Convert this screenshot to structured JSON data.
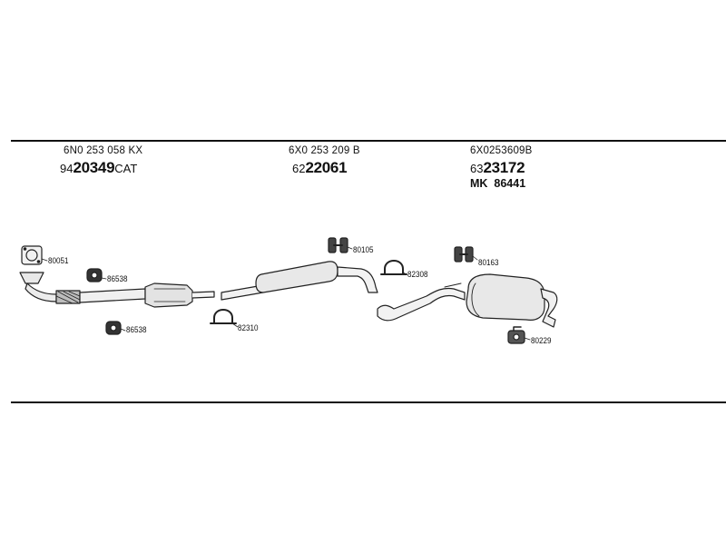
{
  "groups": [
    {
      "oem": "6N0 253 058 KX",
      "part_prefix": "94",
      "part_main": "20349",
      "part_suffix": "CAT"
    },
    {
      "oem": "6X0 253 209 B",
      "part_prefix": "62",
      "part_main": "22061",
      "part_suffix": ""
    },
    {
      "oem": "6X0253609B",
      "part_prefix": "63",
      "part_main": "23172",
      "part_suffix": "",
      "mk_prefix": "MK",
      "mk_value": "86441"
    }
  ],
  "callouts": {
    "gasket_front": "80051",
    "rubber_upper": "86538",
    "rubber_lower": "86538",
    "clamp_front": "82310",
    "hanger_mid": "80105",
    "clamp_mid": "82308",
    "hanger_rear": "80163",
    "hanger_tail": "80229"
  }
}
